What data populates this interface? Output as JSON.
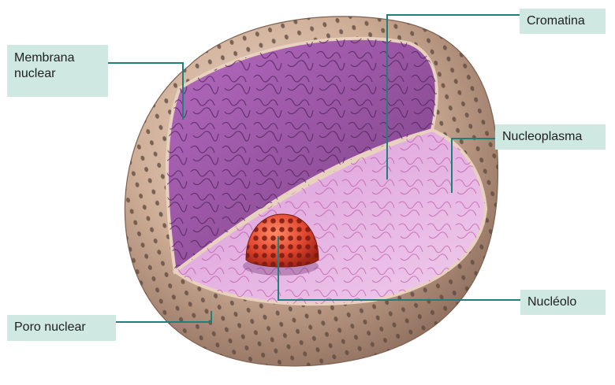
{
  "labels": {
    "membrana": "Membrana\nnuclear",
    "cromatina": "Cromatina",
    "nucleoplasma": "Nucleoplasma",
    "nucleolo": "Nucléolo",
    "poro": "Poro nuclear"
  },
  "colors": {
    "label_bg": "#cfe8e1",
    "leader_line": "#1f7f7b",
    "envelope": "#cfae97",
    "nucleoplasm": "#9a4f9f",
    "nucleolus": "#e0452f"
  }
}
